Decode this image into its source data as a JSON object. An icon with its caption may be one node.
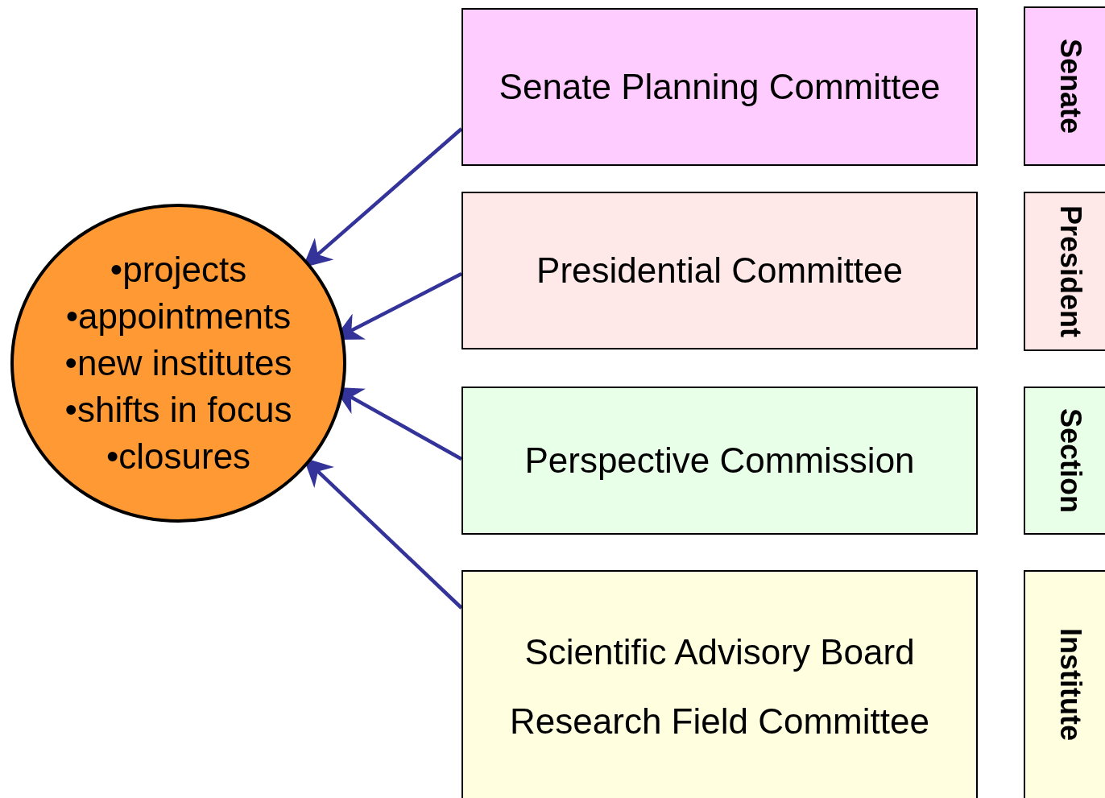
{
  "diagram": {
    "nodes": [
      {
        "text": [
          "•projects",
          "•appointments",
          "•new institutes",
          "•shifts in focus",
          "•closures"
        ]
      },
      {
        "text": [
          "Senate Planning Committee"
        ]
      },
      {
        "text": [
          "Presidential Committee"
        ]
      },
      {
        "text": [
          "Perspective Commission"
        ]
      },
      {
        "text": [
          "Scientific Advisory Board",
          "Research Field Committee"
        ]
      },
      {
        "text": [
          "Senate"
        ]
      },
      {
        "text": [
          "President"
        ]
      },
      {
        "text": [
          "Section"
        ]
      },
      {
        "text": [
          "Institute"
        ]
      }
    ],
    "edges": [
      {
        "from": 1,
        "to": 0,
        "arrow": "to"
      },
      {
        "from": 2,
        "to": 0,
        "arrow": "to"
      },
      {
        "from": 3,
        "to": 0,
        "arrow": "to"
      },
      {
        "from": 4,
        "to": 0,
        "arrow": "to"
      }
    ]
  }
}
